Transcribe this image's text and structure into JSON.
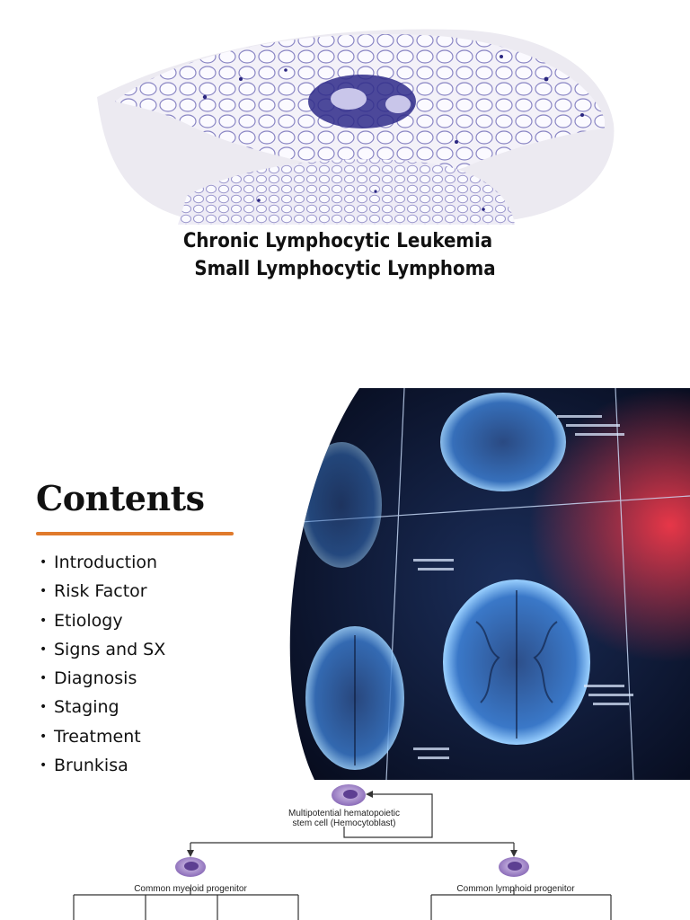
{
  "slide1": {
    "title_line1": "Chronic Lymphocytic Leukemia",
    "title_line2": "Small Lymphocytic Lymphoma"
  },
  "slide2": {
    "heading": "Contents",
    "items": [
      "Introduction",
      "Risk Factor",
      "Etiology",
      "Signs and SX",
      "Diagnosis",
      "Staging",
      "Treatment",
      "Brunkisa"
    ],
    "accent_color": "#e07a2c"
  },
  "slide3": {
    "stem_cell_label_line1": "Multipotential hematopoietic",
    "stem_cell_label_line2": "stem cell (Hemocytoblast)",
    "myeloid_label": "Common myeloid progenitor",
    "lymphoid_label": "Common lymphoid progenitor"
  }
}
